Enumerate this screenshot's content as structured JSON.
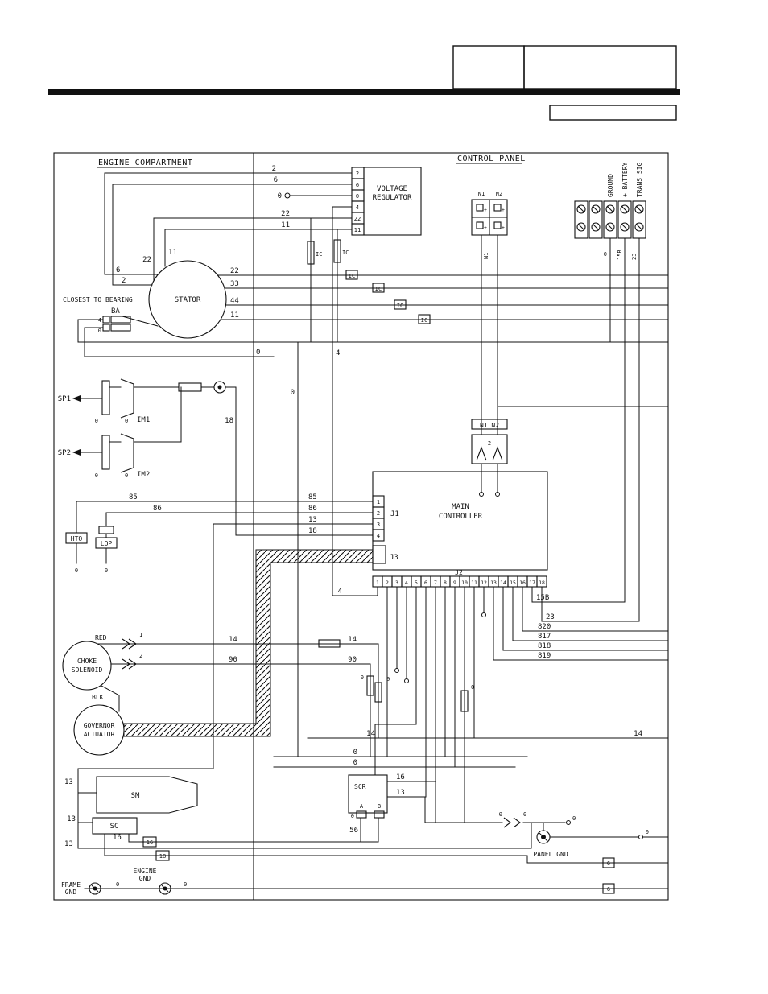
{
  "diagram": {
    "sections": {
      "engine": "ENGINE COMPARTMENT",
      "control": "CONTROL PANEL"
    },
    "vr": {
      "l1": "VOLTAGE",
      "l2": "REGULATOR",
      "pins": [
        "2",
        "6",
        "0",
        "4",
        "22",
        "11"
      ]
    },
    "stator": {
      "label": "STATOR"
    },
    "bearing": {
      "note": "CLOSEST TO BEARING",
      "ba": "BA"
    },
    "ign": {
      "sp1": "SP1",
      "sp2": "SP2",
      "im1": "IM1",
      "im2": "IM2"
    },
    "senders": {
      "hto": "HTO",
      "lop": "LOP"
    },
    "j1": {
      "label": "J1",
      "pins": [
        "1",
        "2",
        "3",
        "4"
      ]
    },
    "controller": {
      "l1": "MAIN",
      "l2": "CONTROLLER",
      "j2": "J2",
      "j3": "J3",
      "j2_pins": [
        "1",
        "2",
        "3",
        "4",
        "5",
        "6",
        "7",
        "8",
        "9",
        "10",
        "11",
        "12",
        "13",
        "14",
        "15",
        "16",
        "17",
        "18"
      ]
    },
    "nconn": {
      "n1": "N1",
      "n2": "N2",
      "pair": "N1 N2",
      "rating": "2",
      "plus": "+"
    },
    "tstrip": {
      "ground": "GROUND",
      "battery": "+ BATTERY",
      "trans": "TRANS SIG"
    },
    "choke": {
      "l1": "CHOKE",
      "l2": "SOLENOID",
      "red": "RED",
      "blk": "BLK",
      "p1": "1",
      "p2": "2"
    },
    "governor": {
      "l1": "GOVERNOR",
      "l2": "ACTUATOR"
    },
    "starter": {
      "sm": "SM",
      "sc": "SC"
    },
    "scr": {
      "label": "SCR",
      "a": "A",
      "b": "B"
    },
    "gnd": {
      "panel": "PANEL GND",
      "engine_l1": "ENGINE",
      "engine_l2": "GND",
      "frame_l1": "FRAME",
      "frame_l2": "GND"
    },
    "wires": {
      "w0": "0",
      "w2": "2",
      "w4": "4",
      "w6": "6",
      "w11": "11",
      "w13": "13",
      "w14": "14",
      "w16": "16",
      "w18": "18",
      "w22": "22",
      "w23": "23",
      "w33": "33",
      "w44": "44",
      "w56": "56",
      "w85": "85",
      "w86": "86",
      "w90": "90",
      "w15b": "15B",
      "w820": "820",
      "w817": "817",
      "w818": "818",
      "w819": "819",
      "ic": "IC"
    }
  }
}
